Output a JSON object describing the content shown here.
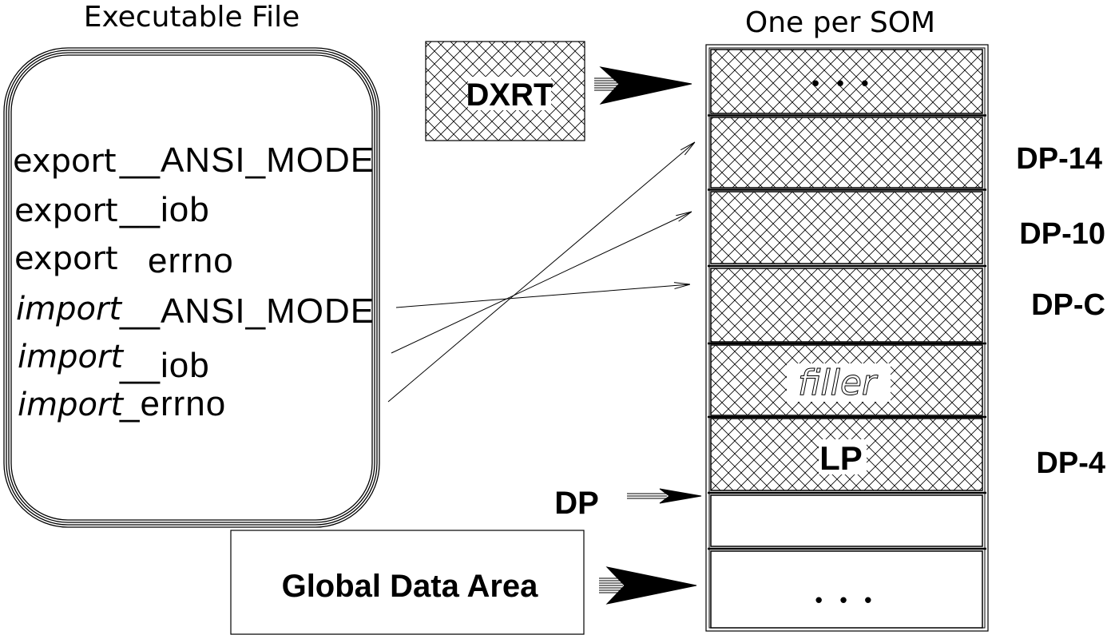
{
  "executable": {
    "title": "Executable File",
    "lines": [
      {
        "keyword": "export",
        "symbol": "__ANSI_MODE"
      },
      {
        "keyword": "export",
        "symbol": "__iob"
      },
      {
        "keyword": "export",
        "symbol": "errno"
      },
      {
        "keyword": "import",
        "symbol": "__ANSI_MODE"
      },
      {
        "keyword": "import",
        "symbol": "__iob"
      },
      {
        "keyword": "import",
        "symbol": "_errno"
      }
    ]
  },
  "dxrt": {
    "label": "DXRT"
  },
  "som": {
    "title": "One per SOM",
    "top_cell_label": "•   •   •",
    "filler_label": "filler",
    "lp_label": "LP",
    "bottom_cell_label": "•   •   •",
    "offsets": [
      "DP-14",
      "DP-10",
      "DP-C",
      "DP-4"
    ]
  },
  "dp_pointer": {
    "label": "DP"
  },
  "global_data": {
    "label": "Global Data Area"
  }
}
